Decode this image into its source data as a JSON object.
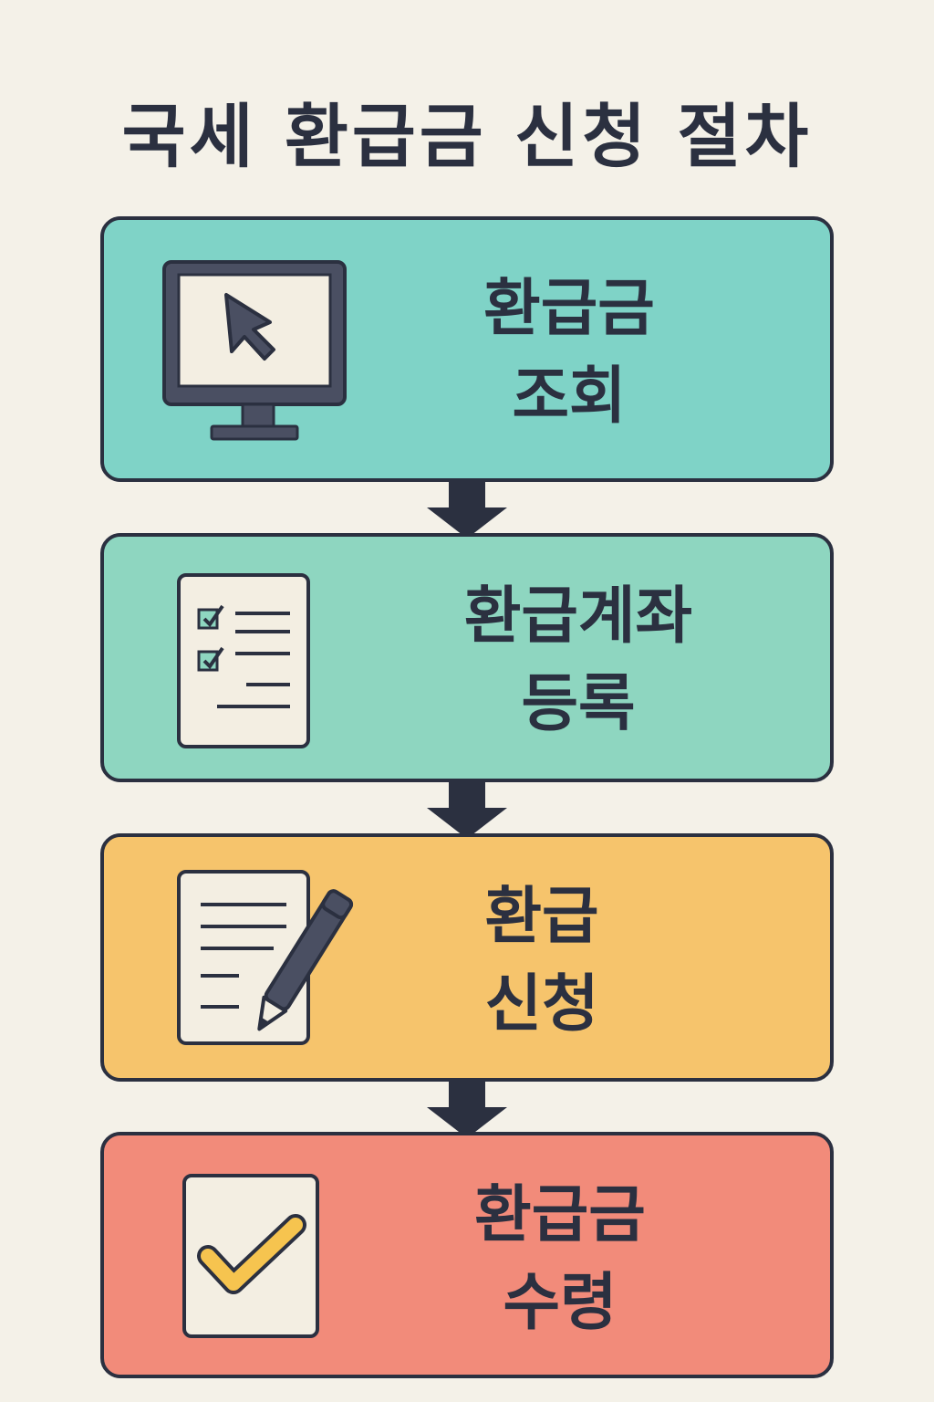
{
  "title": "국세 환급금 신청 절차",
  "steps": [
    {
      "line1": "환급금",
      "line2": "조회",
      "icon": "computer-cursor-icon",
      "color": "#7fd3c7"
    },
    {
      "line1": "환급계좌",
      "line2": "등록",
      "icon": "checklist-icon",
      "color": "#8ed6c0"
    },
    {
      "line1": "환급",
      "line2": "신청",
      "icon": "document-pen-icon",
      "color": "#f6c46c"
    },
    {
      "line1": "환급금",
      "line2": "수령",
      "icon": "checkmark-icon",
      "color": "#f28b7a"
    }
  ],
  "colors": {
    "background": "#f4f1e8",
    "outline": "#2b3040",
    "check": "#f6c44f"
  }
}
